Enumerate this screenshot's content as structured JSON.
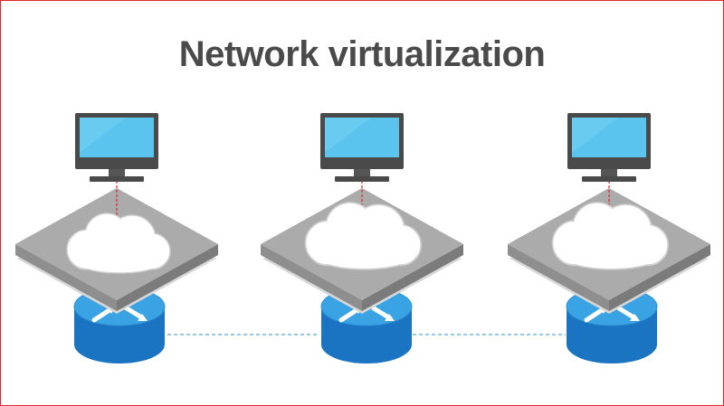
{
  "title": "Network virtualization",
  "colors": {
    "frame": "#e0252b",
    "title": "#4a4a4a",
    "monitor_body": "#4a4a4a",
    "monitor_screen": "#5bc4ee",
    "platform_top": "#a9a9a9",
    "platform_side": "#8a8a8a",
    "platform_shadow": "#d7d7d7",
    "cloud": "#ffffff",
    "router_top": "#3aa3e3",
    "router_side": "#1b74c2",
    "link": "#e0252b",
    "network_link": "#5aa8dc"
  },
  "icons": [
    "monitor-icon",
    "virtual-network-cloud-icon",
    "router-icon"
  ],
  "nodes": [
    {
      "id": "node-1"
    },
    {
      "id": "node-2"
    },
    {
      "id": "node-3"
    }
  ]
}
